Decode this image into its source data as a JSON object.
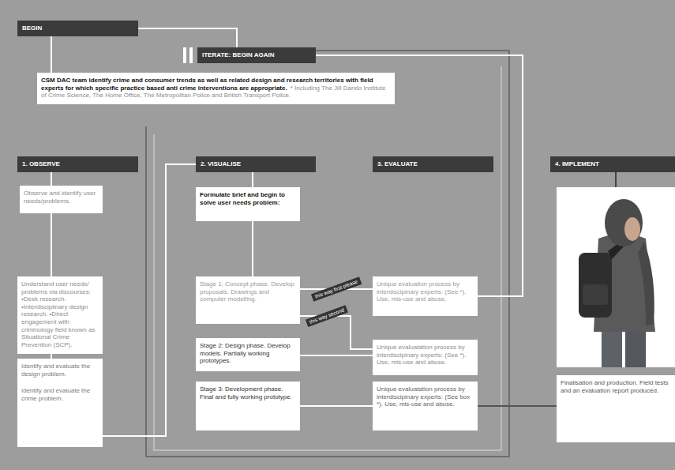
{
  "diagram": {
    "nodes": [
      {
        "text": [
          "BEGIN"
        ]
      },
      {
        "text": [
          "ITERATE: BEGIN AGAIN"
        ]
      },
      {
        "text": [
          "CSM DAC team identify crime and consumer trends as well as related design and research territories with field experts for which specific practice based anti crime interventions are appropriate.",
          "* Including The Jill Dando Institute of Crime Science, The Home Office, The Metropolitan Police and British Transport Police."
        ]
      },
      {
        "text": [
          "1. OBSERVE"
        ]
      },
      {
        "text": [
          "Observe and identify user needs/problems."
        ]
      },
      {
        "text": [
          "Understand user needs/ problems via discourses: •Desk research. •Interdisciplinary design research. •Direct engagement with criminology field known as Situational Crime Prevention (SCP)."
        ]
      },
      {
        "text": [
          "Identify and evaluate the design problem.",
          "Identify and evaluate the crime problem."
        ]
      },
      {
        "text": [
          "2. VISUALISE"
        ]
      },
      {
        "text": [
          "Formulate brief and begin to solve user needs problem:"
        ]
      },
      {
        "text": [
          "Stage 1: Concept phase. Develop proposals. Drawings and computer modelling."
        ]
      },
      {
        "text": [
          "Stage 2: Design phase. Develop models. Partially working prototypes."
        ]
      },
      {
        "text": [
          "Stage 3: Development phase. Final and fully working prototype."
        ]
      },
      {
        "text": [
          "3. EVALUATE"
        ]
      },
      {
        "text": [
          "Unique evaluation process by interdiscipinary experts: (See *). Use, mis-use and abuse."
        ]
      },
      {
        "text": [
          "Unique evaluatation process by interdiscipinary experts: (See *). Use, mis-use and abuse."
        ]
      },
      {
        "text": [
          "Unique evaluatation process by interdiscipinary experts: (See box *). Use, mis-use and abuse."
        ]
      },
      {
        "text": [
          "4. IMPLEMENT"
        ]
      },
      {
        "text": [
          "Finalisation and production. Field tests and an evaluation report produced."
        ]
      }
    ],
    "edges": [
      {
        "from": 0,
        "to": 2,
        "arrow": "none"
      },
      {
        "from": 3,
        "to": 4,
        "arrow": "none"
      },
      {
        "from": 4,
        "to": 5,
        "arrow": "none"
      },
      {
        "from": 5,
        "to": 6,
        "arrow": "none"
      },
      {
        "from": 6,
        "to": 7,
        "arrow": "none"
      },
      {
        "from": 7,
        "to": 8,
        "arrow": "none"
      },
      {
        "from": 8,
        "to": 9,
        "arrow": "none"
      },
      {
        "from": 9,
        "to": 13,
        "arrow": "none",
        "label": "this way first please"
      },
      {
        "from": 9,
        "to": 14,
        "arrow": "none",
        "label": "this way second"
      },
      {
        "from": 10,
        "to": 14,
        "arrow": "none"
      },
      {
        "from": 11,
        "to": 15,
        "arrow": "none"
      },
      {
        "from": 13,
        "to": 1,
        "arrow": "none"
      },
      {
        "from": 15,
        "to": 17,
        "arrow": "none"
      },
      {
        "from": 1,
        "to": 0,
        "arrow": "none"
      }
    ]
  }
}
